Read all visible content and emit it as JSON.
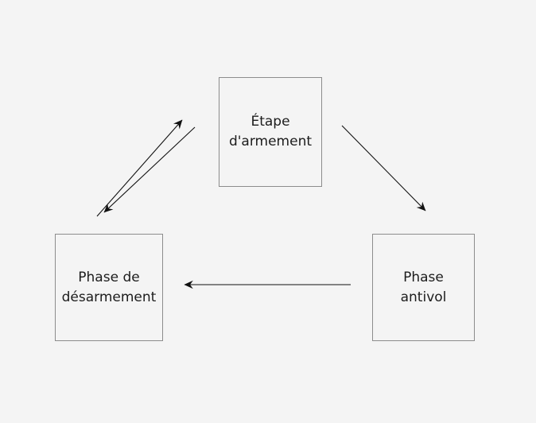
{
  "diagram": {
    "background_color": "#f4f4f4",
    "border_color": "#8c8c8c",
    "text_color": "#1c1c1c",
    "arrow_color": "#111111",
    "nodes": [
      {
        "id": "arming",
        "line1": "Étape",
        "line2": "d'armement"
      },
      {
        "id": "antitheft",
        "line1": "Phase",
        "line2": "antivol"
      },
      {
        "id": "disarming",
        "line1": "Phase de",
        "line2": "désarmement"
      }
    ],
    "arrows": [
      {
        "id": "arming-to-antitheft",
        "from": "arming",
        "to": "antitheft"
      },
      {
        "id": "antitheft-to-disarming",
        "from": "antitheft",
        "to": "disarming"
      },
      {
        "id": "disarming-to-arming",
        "from": "disarming",
        "to": "arming"
      },
      {
        "id": "arming-to-disarming",
        "from": "arming",
        "to": "disarming"
      }
    ]
  }
}
